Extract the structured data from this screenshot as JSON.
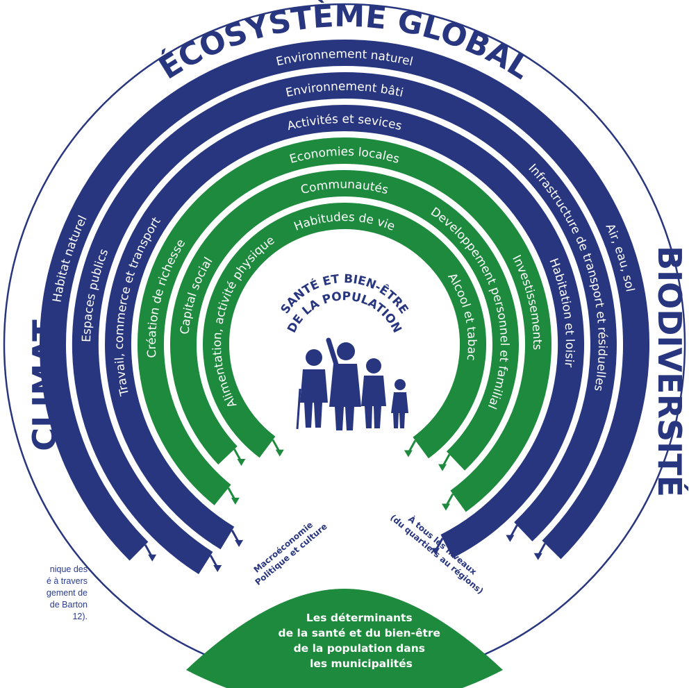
{
  "colors": {
    "navy": "#28367f",
    "green": "#1d8a3e",
    "white": "#ffffff",
    "caption": "#2a3b8f"
  },
  "top_title": "ÉCOSYSTÈME GLOBAL",
  "left_title": "CLIMAT",
  "right_title": "BIODIVERSITÉ",
  "center_title": {
    "line1": "SANTÉ ET BIEN-ÊTRE",
    "line2": "DE LA POPULATION"
  },
  "center_icon": "family-silhouette-icon",
  "rings": [
    {
      "name": "environnement-naturel",
      "color": "navy",
      "top": "Environnement naturel",
      "left": "Habitat naturel",
      "right": "Air, eau, sol"
    },
    {
      "name": "environnement-bati",
      "color": "navy",
      "top": "Environnement bâti",
      "left": "Espaces publics",
      "right": "Infrastructure de transport et résiduelles"
    },
    {
      "name": "activites",
      "color": "navy",
      "top": "Activités et sevices",
      "left": "Travail, commerce et transport",
      "right": "Habitation et loisir"
    },
    {
      "name": "economies",
      "color": "green",
      "top": "Economies locales",
      "left": "Création de richesse",
      "right": "Investissements"
    },
    {
      "name": "communautes",
      "color": "green",
      "top": "Communautés",
      "left": "Capital social",
      "right": "Developpement personnel et familial"
    },
    {
      "name": "habitudes",
      "color": "green",
      "top": "Habitudes de vie",
      "left": "Alimentation, activité physique",
      "right": "Alcool et tabac"
    }
  ],
  "bottom_left_label": [
    "Macroéconomie",
    "Politique et culture"
  ],
  "bottom_right_label": [
    "À tous les niveaux",
    "(du quartiers au régions)"
  ],
  "footer_title": [
    "Les déterminants",
    "de la santé et du bien-être",
    "de la population dans",
    "les municipalités"
  ],
  "caption_lines": [
    "nique des",
    "é à travers",
    "gement de",
    "de Barton",
    "12)."
  ]
}
